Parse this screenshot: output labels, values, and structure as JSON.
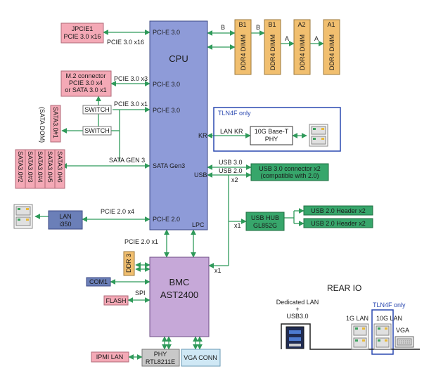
{
  "colors": {
    "cpu": "#8e9bd8",
    "bmc": "#c6a8d8",
    "pink": "#f4a9b6",
    "dimm": "#f1bf6f",
    "lan_i350": "#6b7fb8",
    "usb_green": "#37a66b",
    "vga": "#cfe8f5",
    "phy": "#c8c8c8",
    "line": "#2f9a5a",
    "tln4f_border": "#2a48b0"
  },
  "cpu": {
    "label": "CPU",
    "ports": [
      "PCI-E 3.0",
      "PCI-E 3.0",
      "PCI-E 3.0",
      "KR",
      "SATA Gen3",
      "USB",
      "PCI-E 2.0",
      "LPC"
    ]
  },
  "dimms": [
    {
      "channel": "B1",
      "label": "DDR4 DIMM"
    },
    {
      "channel": "B1",
      "label": "DDR4 DIMM"
    },
    {
      "channel": "A2",
      "label": "DDR4 DIMM"
    },
    {
      "channel": "A1",
      "label": "DDR4 DIMM"
    }
  ],
  "channel_labels": [
    "B",
    "B",
    "A",
    "A"
  ],
  "jpcie": {
    "line1": "JPCIE1",
    "line2": "PCIE 3.0 x16",
    "link": "PCIE 3.0 x16"
  },
  "m2": {
    "line1": "M.2 connector",
    "line2": "PCIE 3.0 x4",
    "line3": "or SATA 3.0 x1",
    "link1": "PCIE 3.0 x3",
    "link2": "PCIE 3.0 x1"
  },
  "switches": [
    "SWITCH",
    "SWITCH"
  ],
  "sata_dom": {
    "line1": "SATA3.0#1",
    "line2": "(SATA DOM)"
  },
  "sata_ports": [
    "SATA3.0#2",
    "SATA3.0#3",
    "SATA3.0#4",
    "SATA3.0#5",
    "SATA3.0#6"
  ],
  "sata_link": "SATA GEN 3",
  "tln4f_box": {
    "title": "TLN4F only",
    "phy_line1": "10G Base-T",
    "phy_line2": "PHY",
    "link": "LAN KR"
  },
  "usb": {
    "link30": "USB 3.0",
    "link20": "USB 2.0",
    "mult_x2": "x2",
    "conn_line1": "USB 3.0 connector x2",
    "conn_line2": "(compatible with 2.0)"
  },
  "lan_i350": {
    "line1": "LAN",
    "line2": "i350",
    "link": "PCIE 2.0 x4"
  },
  "usb_hub": {
    "line1": "USB HUB",
    "line2": "GL852G",
    "mult_x1": "x1",
    "mult_x1b": "x1",
    "header1": "USB 2.0 Header x2",
    "header2": "USB 2.0 Header x2"
  },
  "bmc": {
    "line1": "BMC",
    "line2": "AST2400",
    "link": "PCIE 2.0 x1"
  },
  "bmc_side": {
    "ddr3": "DDR 3",
    "com1": "COM1",
    "flash": "FLASH",
    "spi": "SPI"
  },
  "bottom": {
    "ipmi": "IPMI LAN",
    "phy_line1": "PHY",
    "phy_line2": "RTL8211E",
    "vga": "VGA CONN"
  },
  "rear_io": {
    "title": "REAR IO",
    "dedicated_line1": "Dedicated LAN",
    "dedicated_line2": "+",
    "dedicated_line3": "USB3.0",
    "lan1g": "1G LAN",
    "tln4f": "TLN4F only",
    "lan10g": "10G LAN",
    "vga": "VGA"
  }
}
